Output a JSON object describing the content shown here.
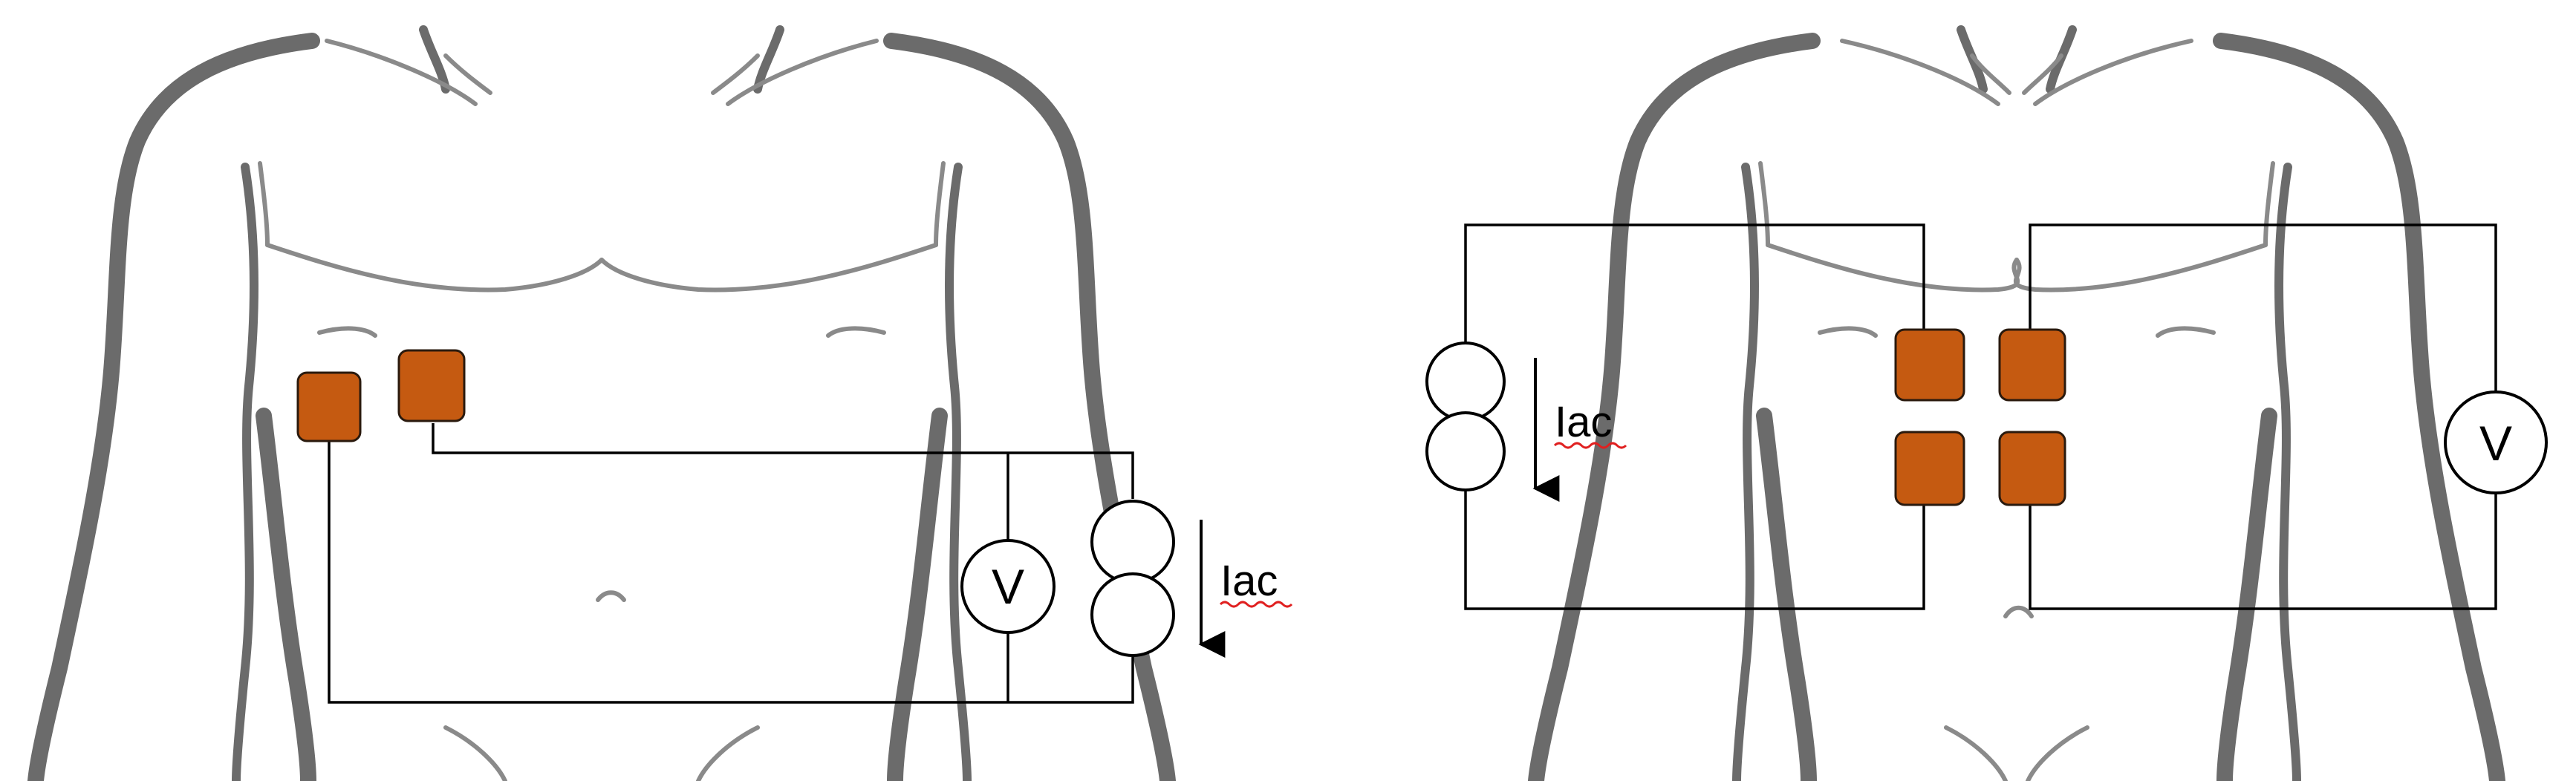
{
  "colors": {
    "background": "#ffffff",
    "body_outline": "#6b6b6b",
    "electrode": "#c55a11",
    "wire": "#000000",
    "spellcheck_underline": "#e02020"
  },
  "icons": {
    "voltmeter": "voltmeter-icon",
    "current_source": "current-source-icon",
    "electrode": "electrode-pad-icon"
  },
  "left_panel": {
    "voltmeter_label": "V",
    "current_label": "Iac"
  },
  "right_panel": {
    "voltmeter_label": "V",
    "current_label": "Iac"
  }
}
